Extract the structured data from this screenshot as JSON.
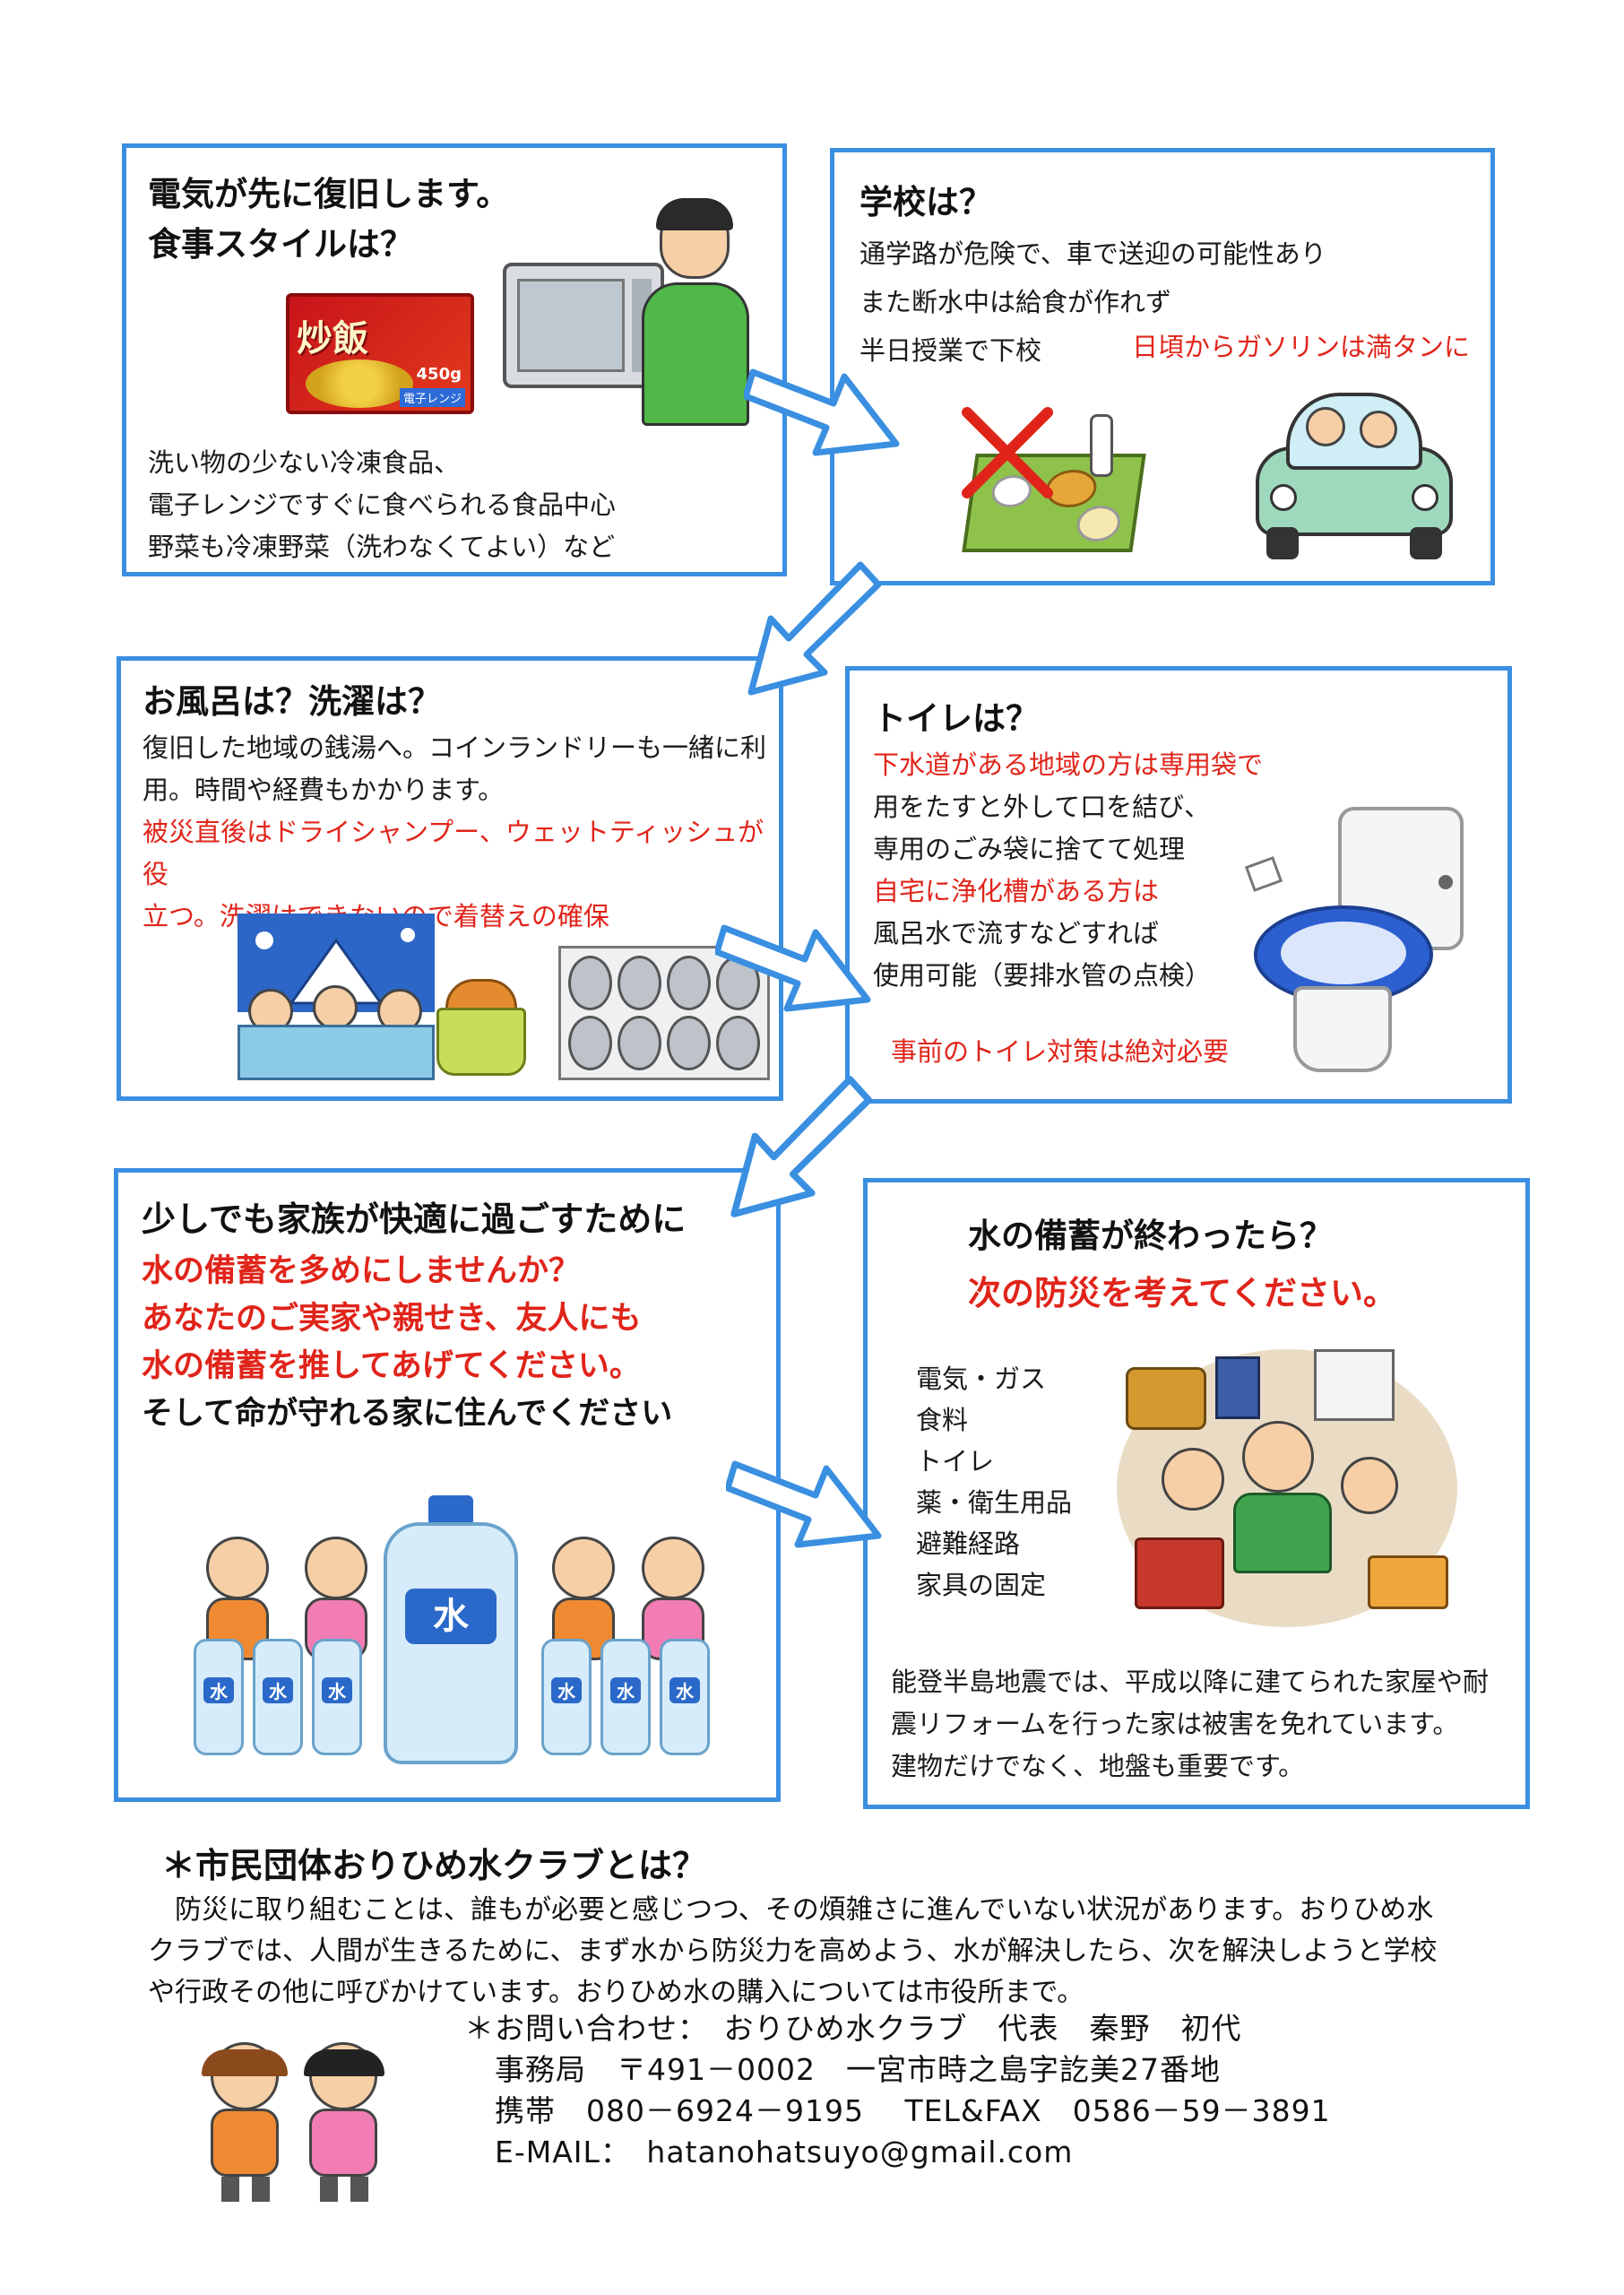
{
  "panel1": {
    "title_line1": "電気が先に復旧します。",
    "title_line2": "食事スタイルは？",
    "package_label": "炒飯",
    "package_weight": "450g",
    "package_note": "電子レンジ",
    "lines": [
      "洗い物の少ない冷凍食品、",
      "電子レンジですぐに食べられる食品中心",
      "野菜も冷凍野菜（洗わなくてよい）など"
    ]
  },
  "panel2": {
    "title": "学校は？",
    "lines": [
      "通学路が危険で、車で送迎の可能性あり",
      "また断水中は給食が作れず",
      "半日授業で下校"
    ],
    "note_red": "日頃からガソリンは満タンに"
  },
  "panel3": {
    "title": "お風呂は？洗濯は？",
    "lines": [
      "復旧した地域の銭湯へ。コインランドリーも一緒に利",
      "用。時間や経費もかかります。"
    ],
    "red_lines": [
      "被災直後はドライシャンプー、ウェットティッシュが役",
      "立つ。洗濯はできないので着替えの確保"
    ]
  },
  "panel4": {
    "title": "トイレは？",
    "l1": "下水道がある地域の方は専用袋で",
    "l2": "用をたすと外して口を結び、",
    "l3": "専用のごみ袋に捨てて処理",
    "l4": "自宅に浄化槽がある方は",
    "l5": "風呂水で流すなどすれば",
    "l6": "使用可能（要排水管の点検）",
    "note_red": "事前のトイレ対策は絶対必要"
  },
  "panel5": {
    "title": "少しでも家族が快適に過ごすために",
    "red_lines": [
      "水の備蓄を多めにしませんか？",
      "あなたのご実家や親せき、友人にも",
      "水の備蓄を推してあげてください。"
    ],
    "last_line": "そして命が守れる家に住んでください",
    "bottle_label": "水"
  },
  "panel6": {
    "title": "水の備蓄が終わったら？",
    "subtitle_red": "次の防災を考えてください。",
    "items": [
      "電気・ガス",
      "食料",
      "トイレ",
      "薬・衛生用品",
      "避難経路",
      "家具の固定"
    ],
    "lines": [
      "能登半島地震では、平成以降に建てられた家屋や耐",
      "震リフォームを行った家は被害を免れています。",
      "建物だけでなく、地盤も重要です。"
    ]
  },
  "footer": {
    "title": "＊市民団体おりひめ水クラブとは？",
    "body": [
      "　防災に取り組むことは、誰もが必要と感じつつ、その煩雑さに進んでいない状況があります。おりひめ水",
      "クラブでは、人間が生きるために、まず水から防災力を高めよう、水が解決したら、次を解決しようと学校",
      "や行政その他に呼びかけています。おりひめ水の購入については市役所まで。"
    ],
    "contact": [
      "＊お問い合わせ：　おりひめ水クラブ　代表　秦野　初代",
      "　事務局　〒491－0002　一宮市時之島字訖美27番地",
      "　携帯　080－6924－9195　 TEL&FAX　0586－59－3891",
      "　E-MAIL：　hatanohatsuyo@gmail.com"
    ]
  },
  "colors": {
    "frame": "#3a8fe0",
    "accent_red": "#e0241a",
    "arrow": "#3a8fe0"
  }
}
